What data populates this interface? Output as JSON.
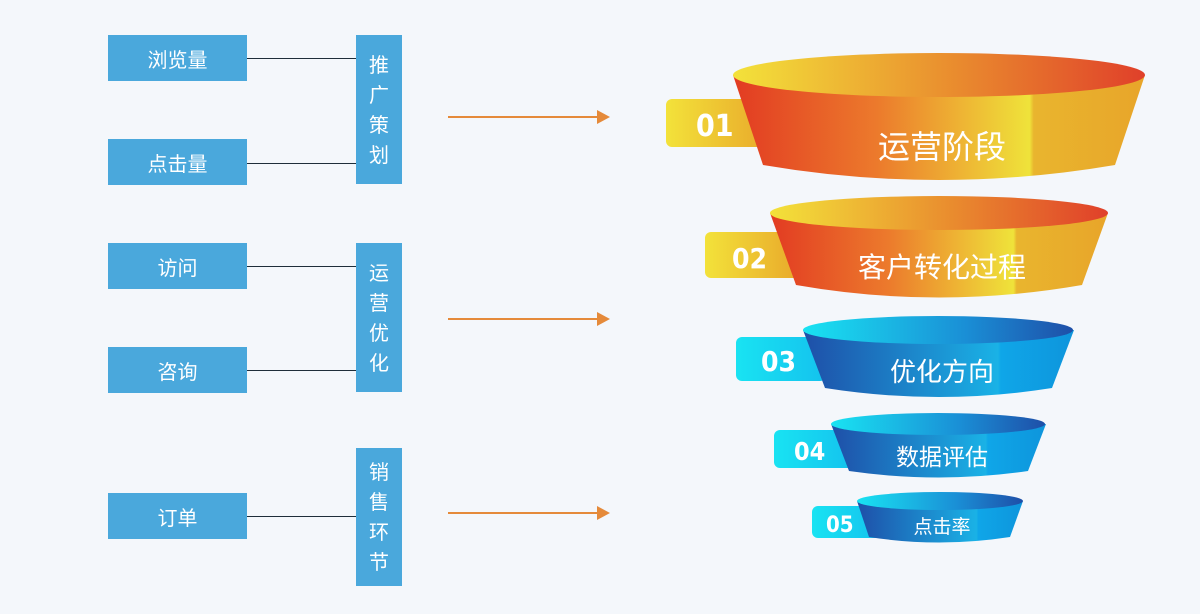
{
  "metrics": [
    "浏览量",
    "点击量",
    "访问",
    "咨询",
    "订单"
  ],
  "stages": [
    {
      "label": "推广策划",
      "chars": [
        "推",
        "广",
        "策",
        "划"
      ]
    },
    {
      "label": "运营优化",
      "chars": [
        "运",
        "营",
        "优",
        "化"
      ]
    },
    {
      "label": "销售环节",
      "chars": [
        "销",
        "售",
        "环",
        "节"
      ]
    }
  ],
  "funnel": [
    {
      "num": "01",
      "label": "运营阶段"
    },
    {
      "num": "02",
      "label": "客户转化过程"
    },
    {
      "num": "03",
      "label": "优化方向"
    },
    {
      "num": "04",
      "label": "数据评估"
    },
    {
      "num": "05",
      "label": "点击率"
    }
  ],
  "colors": {
    "box": "#4aa8dc",
    "arrow": "#e58a3a",
    "warm_top": "#f0e23a",
    "warm_side": "#e23b22",
    "cool_top": "#19e3f2",
    "cool_side": "#1e4fa8"
  }
}
